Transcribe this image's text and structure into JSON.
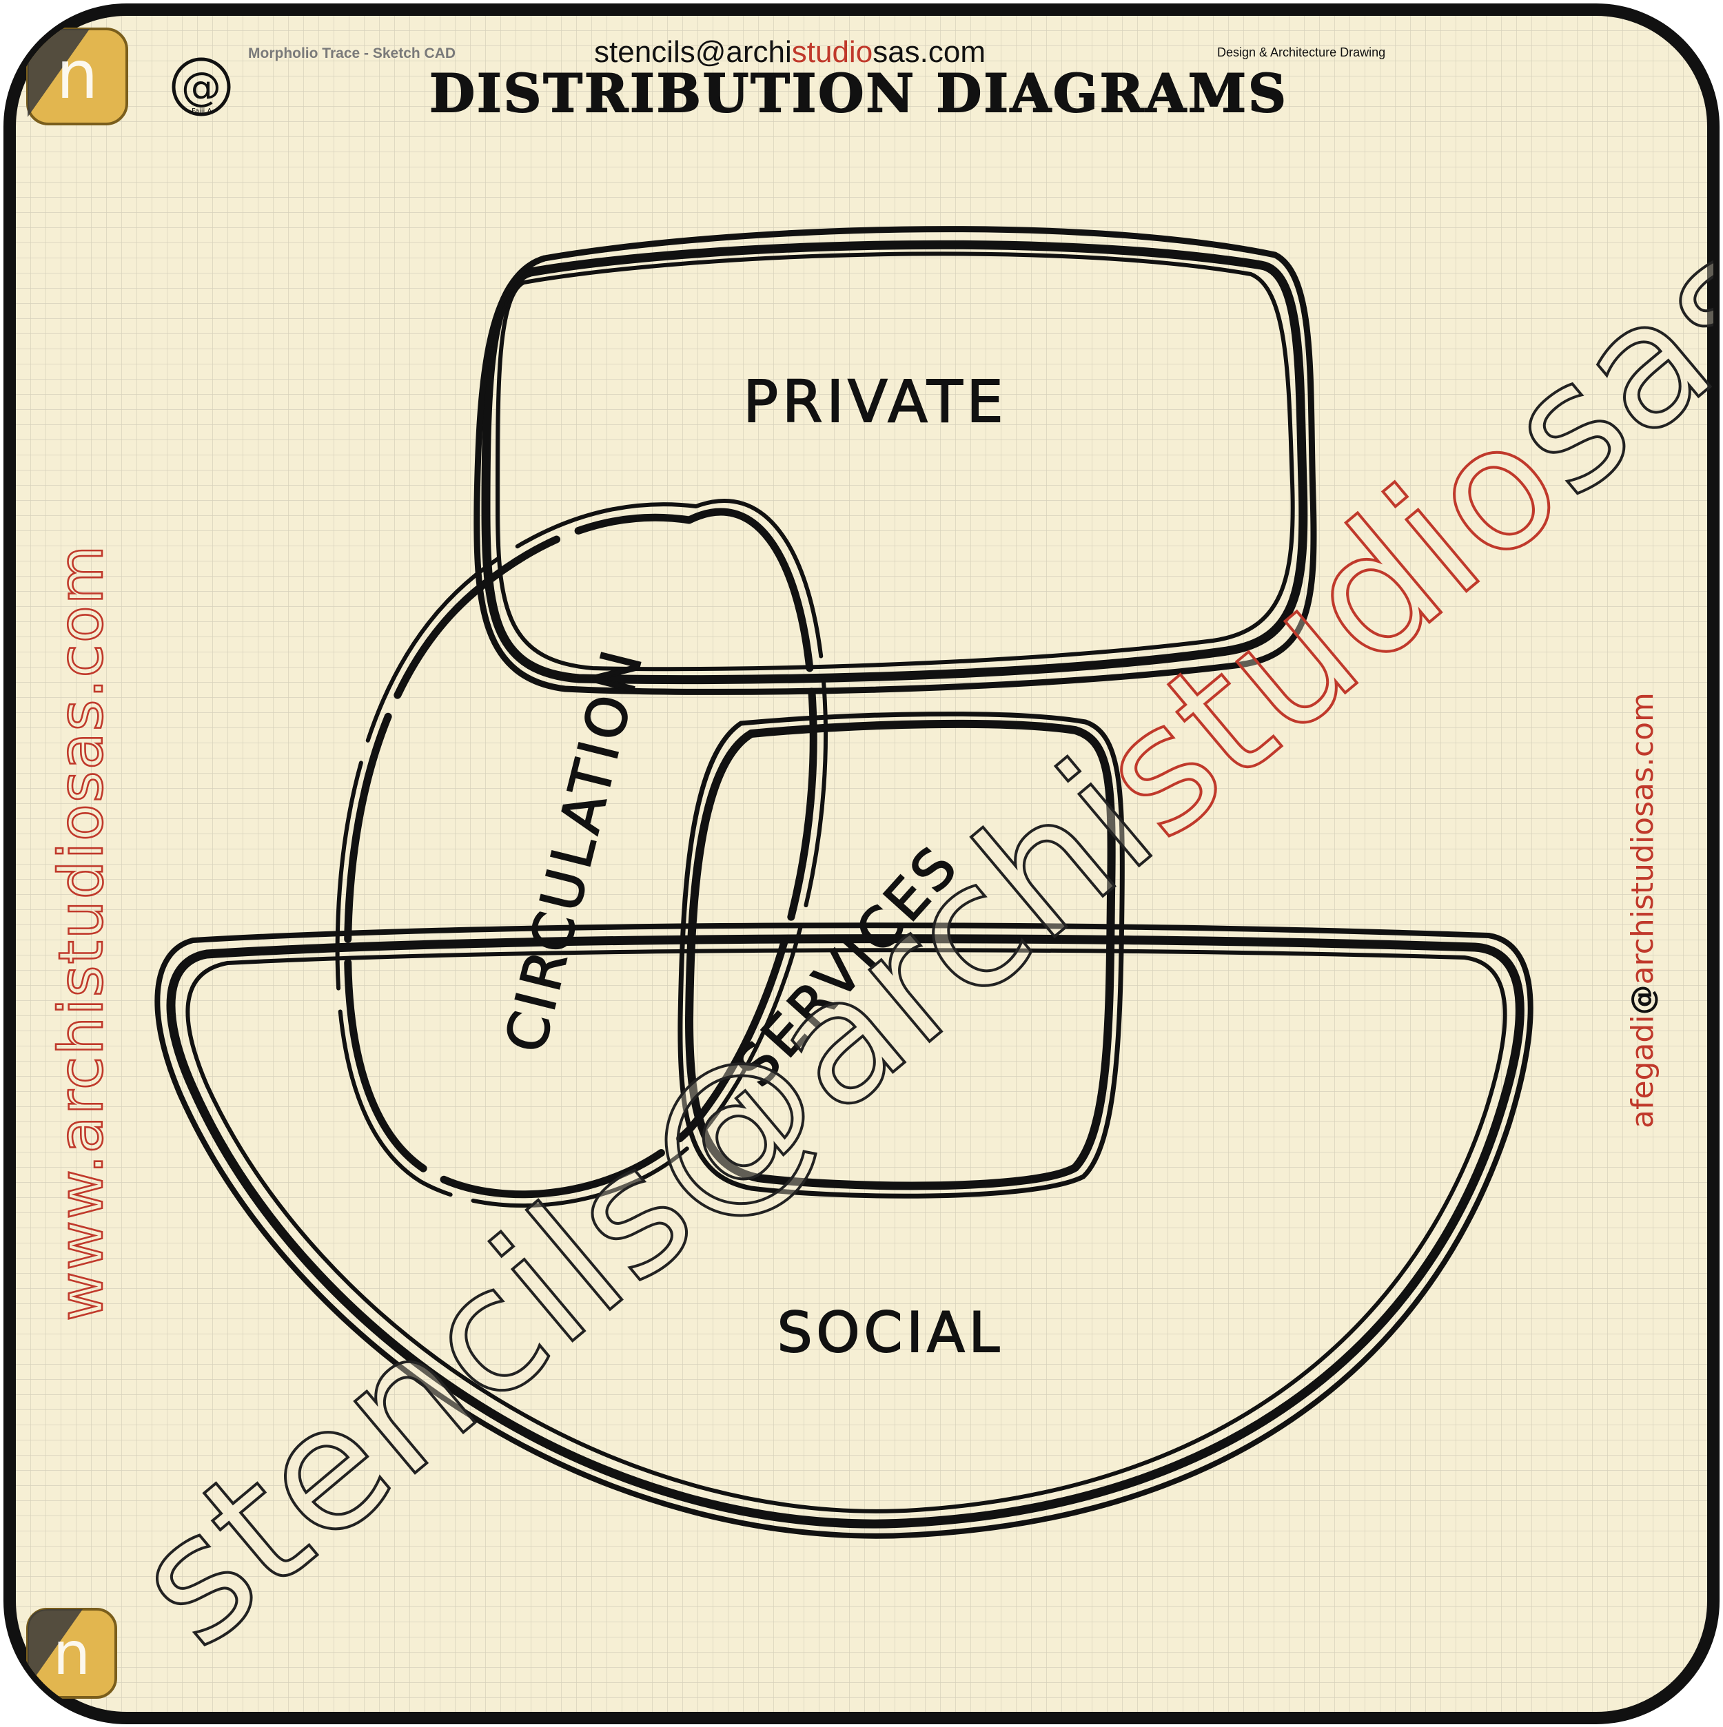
{
  "header": {
    "app_name": "Morpholio Trace - Sketch CAD",
    "email_prefix": "stencils@",
    "email_archi": "archi",
    "email_studio": "studio",
    "email_sas": "sas.com",
    "tagline": "Design & Architecture Drawing",
    "title": "DISTRIBUTION DIAGRAMS",
    "logo_caption": "Fajji A"
  },
  "zones": {
    "private": "PRIVATE",
    "circulation": "CIRCULATION",
    "services": "SERVICES",
    "social": "SOCIAL"
  },
  "watermarks": {
    "left": "www.archistudiosas.com",
    "right_prefix": "afegadi",
    "right_at": "@",
    "right_suffix": "archistudiosas.com",
    "diagonal_prefix": "stencils@archi",
    "diagonal_mid": "studio",
    "diagonal_suffix": "sas.com"
  },
  "colors": {
    "paper": "#f6efd4",
    "grid": "#d6d1bb",
    "ink": "#111111",
    "accent_red": "#c0392b",
    "badge_gold": "#e2b64f"
  },
  "icons": [
    "trace-app-icon",
    "at-logo-icon"
  ]
}
